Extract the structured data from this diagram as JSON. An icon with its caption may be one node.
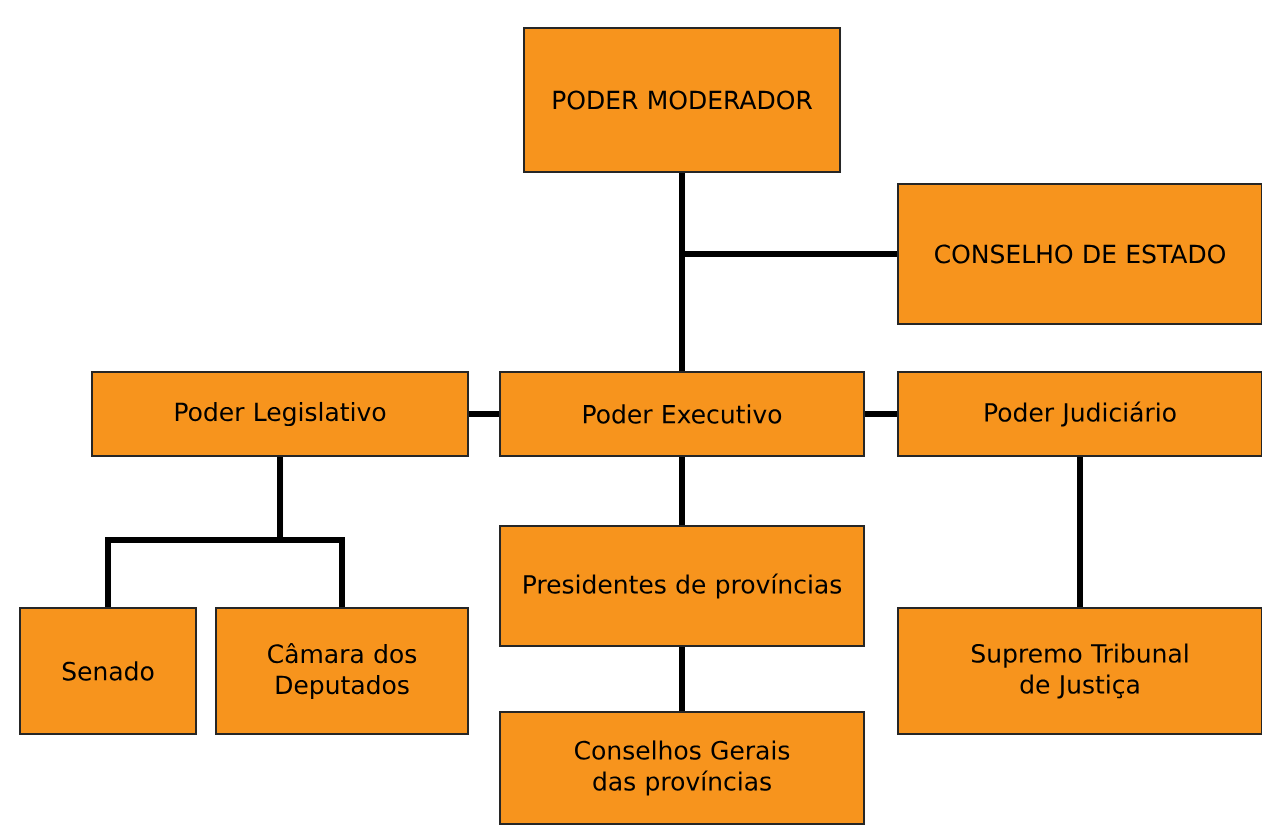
{
  "diagram": {
    "nodes": [
      {
        "text": [
          "PODER MODERADOR"
        ]
      },
      {
        "text": [
          "CONSELHO DE ESTADO"
        ]
      },
      {
        "text": [
          "Poder Legislativo"
        ]
      },
      {
        "text": [
          "Poder Executivo"
        ]
      },
      {
        "text": [
          "Poder Judiciário"
        ]
      },
      {
        "text": [
          "Senado"
        ]
      },
      {
        "text": [
          "Câmara dos Deputados"
        ]
      },
      {
        "text": [
          "Presidentes de províncias"
        ]
      },
      {
        "text": [
          "Conselhos Gerais das províncias"
        ]
      },
      {
        "text": [
          "Supremo Tribunal de Justiça"
        ]
      }
    ],
    "edges": [
      {
        "from": 0,
        "to": 3,
        "arrow": "none"
      },
      {
        "from": 1,
        "to": 0,
        "arrow": "none"
      },
      {
        "from": 2,
        "to": 3,
        "arrow": "none"
      },
      {
        "from": 3,
        "to": 4,
        "arrow": "none"
      },
      {
        "from": 2,
        "to": 5,
        "arrow": "none"
      },
      {
        "from": 2,
        "to": 6,
        "arrow": "none"
      },
      {
        "from": 3,
        "to": 7,
        "arrow": "none"
      },
      {
        "from": 7,
        "to": 8,
        "arrow": "none"
      },
      {
        "from": 4,
        "to": 9,
        "arrow": "none"
      }
    ]
  }
}
